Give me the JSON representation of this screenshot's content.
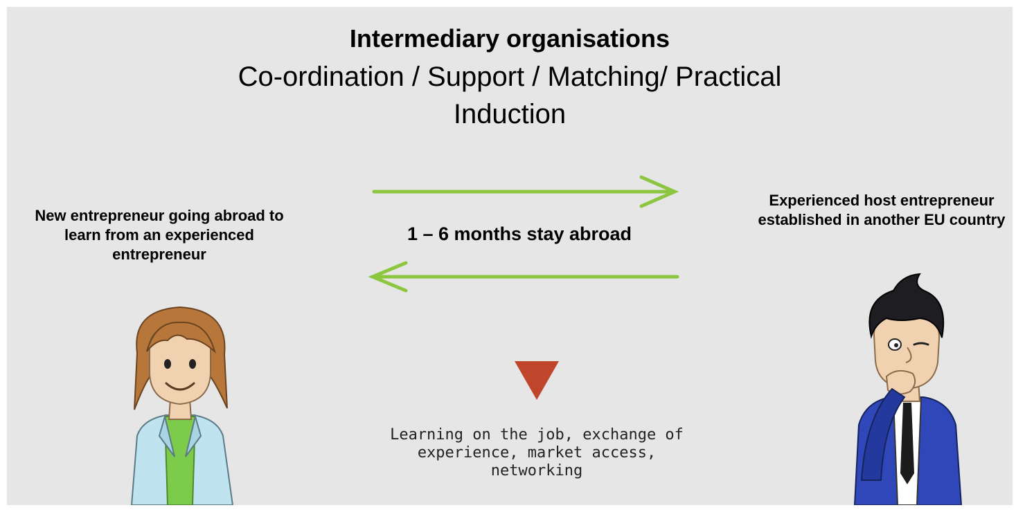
{
  "header": {
    "title": "Intermediary organisations",
    "subtitle": "Co-ordination / Support / Matching/ Practical Induction"
  },
  "left_party": {
    "label": "New entrepreneur going abroad to learn from an experienced entrepreneur"
  },
  "right_party": {
    "label": "Experienced host entrepreneur established in another EU country"
  },
  "exchange": {
    "label": "1 – 6 months stay abroad"
  },
  "outcome": {
    "label": "Learning on the job, exchange of experience, market access, networking"
  },
  "colors": {
    "background": "#e6e6e6",
    "arrow": "#8cc63f",
    "triangle": "#c0462b",
    "jacket_left": "#bfe3ef",
    "shirt_left": "#7ccb4a",
    "jacket_right": "#2f47b8"
  },
  "icons": {
    "left_person": "young-entrepreneur-illustration",
    "right_person": "thinking-businessman-illustration"
  }
}
